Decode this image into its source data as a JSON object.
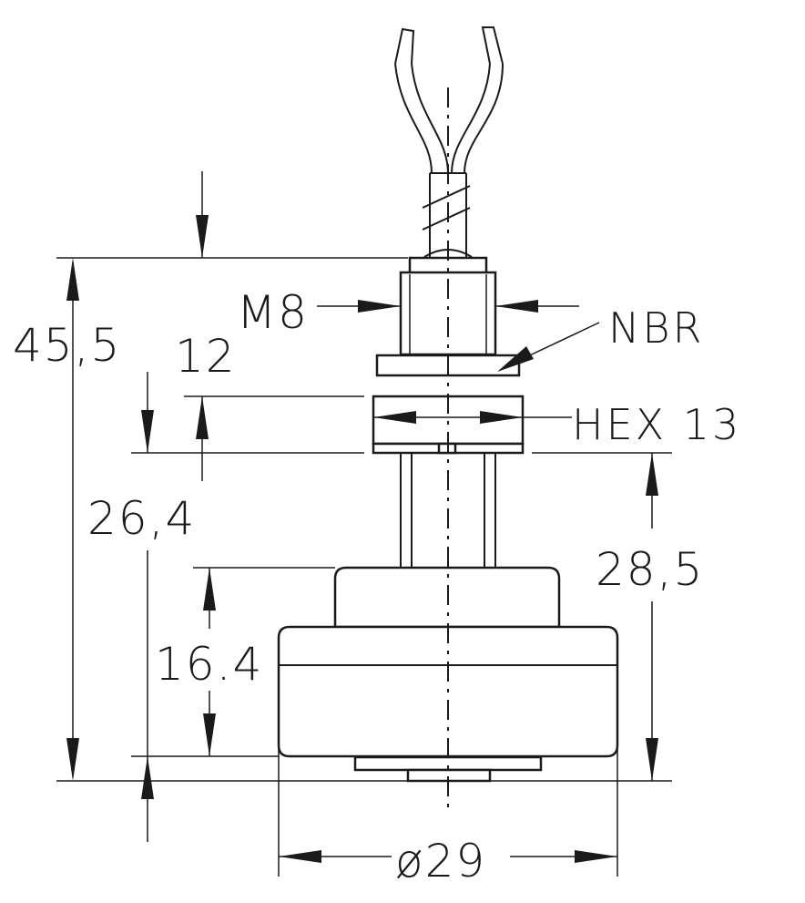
{
  "dimensions": {
    "overall_height": "45,5",
    "thread_length": "12",
    "thread": "M8",
    "mount_to_base": "26,4",
    "float_height": "16.4",
    "hex_to_bottom": "28,5",
    "diameter": "ø29"
  },
  "labels": {
    "seal": "NBR",
    "hex": "HEX 13"
  }
}
